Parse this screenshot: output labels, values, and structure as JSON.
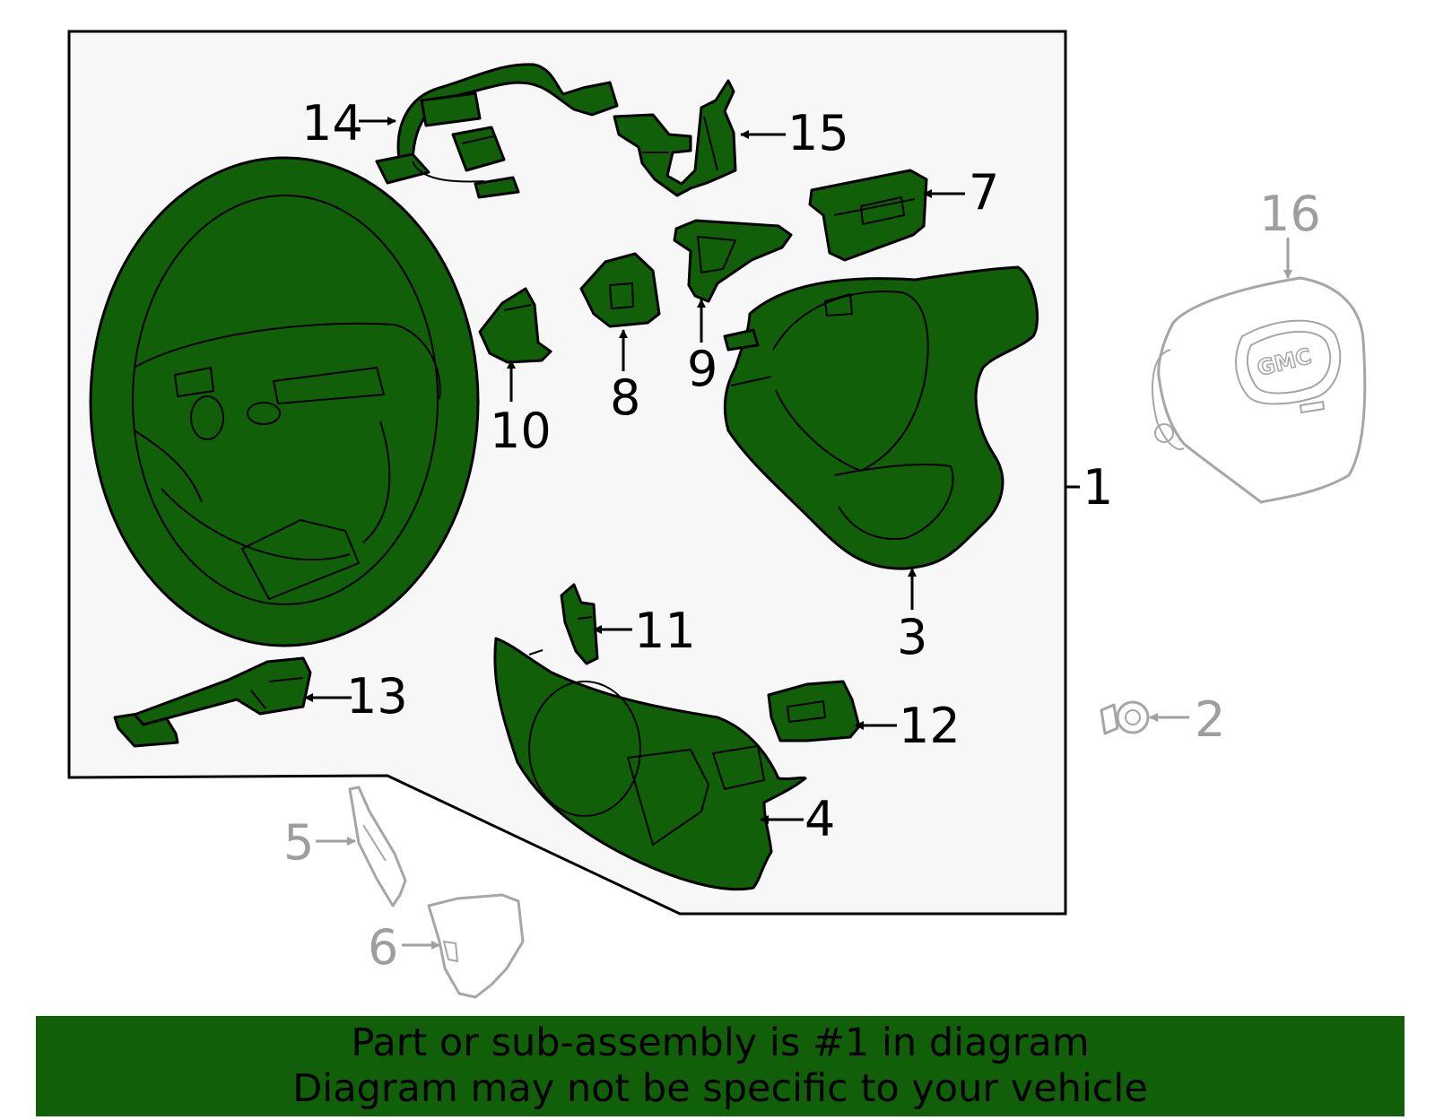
{
  "colors": {
    "highlight": "#116009",
    "panel": "#f7f7f7",
    "inactive": "#9e9e9e"
  },
  "callouts": {
    "c1": "1",
    "c2": "2",
    "c3": "3",
    "c4": "4",
    "c5": "5",
    "c6": "6",
    "c7": "7",
    "c8": "8",
    "c9": "9",
    "c10": "10",
    "c11": "11",
    "c12": "12",
    "c13": "13",
    "c14": "14",
    "c15": "15",
    "c16": "16"
  },
  "emblem_text": "GMC",
  "banner": {
    "line1": "Part or sub-assembly is #1 in diagram",
    "line2": "Diagram may not be specific to your vehicle"
  }
}
